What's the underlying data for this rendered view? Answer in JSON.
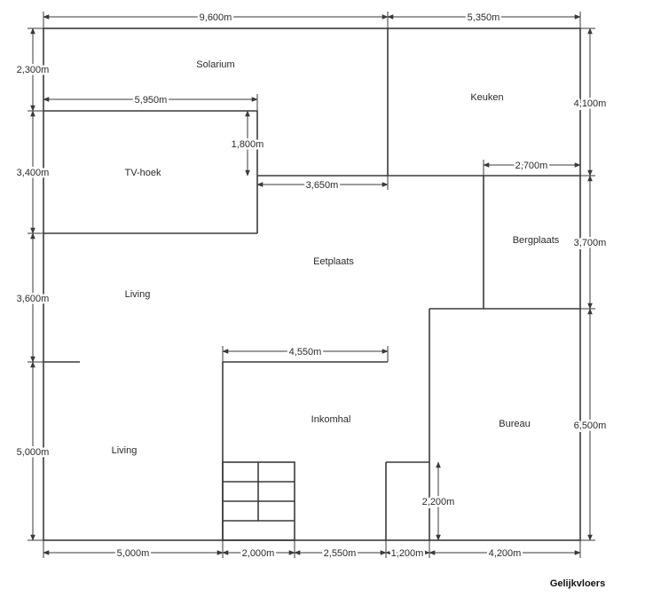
{
  "caption": "Gelijkvloers",
  "rooms": {
    "solarium": "Solarium",
    "keuken": "Keuken",
    "tv_hoek": "TV-hoek",
    "eetplaats": "Eetplaats",
    "bergplaats": "Bergplaats",
    "living_upper": "Living",
    "living_lower": "Living",
    "inkomhal": "Inkomhal",
    "bureau": "Bureau"
  },
  "dimensions": {
    "top_left": "9,600m",
    "top_right": "5,350m",
    "tv_width": "5,950m",
    "tv_height_inner": "1,800m",
    "tv_to_kitchen": "3,650m",
    "bergplaats_width": "2,700m",
    "hall_top": "4,550m",
    "left_solarium": "2,300m",
    "left_tv": "3,400m",
    "left_living_upper": "3,600m",
    "left_living_lower": "5,000m",
    "right_keuken": "4,100m",
    "right_bergplaats": "3,700m",
    "right_bureau": "6,500m",
    "stub_height": "2,200m",
    "bottom_living": "5,000m",
    "bottom_stairs": "2,000m",
    "bottom_hall": "2,550m",
    "bottom_stub": "1,200m",
    "bottom_bureau": "4,200m"
  }
}
